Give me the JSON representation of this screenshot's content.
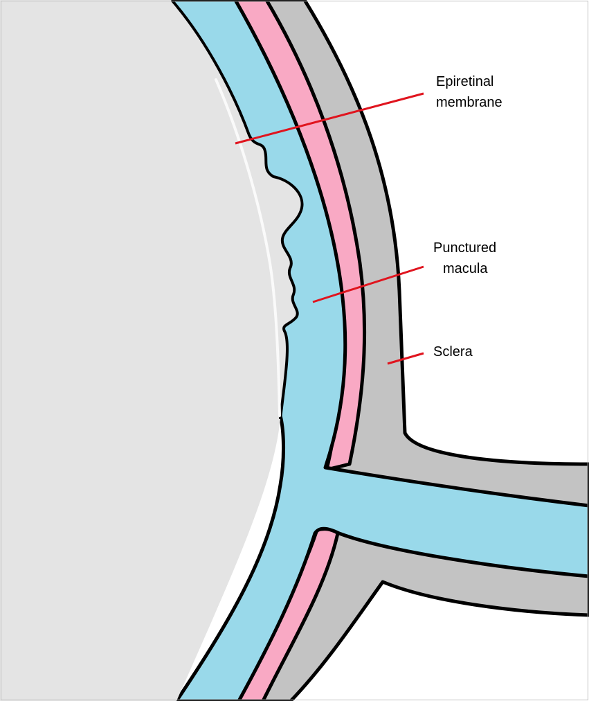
{
  "diagram": {
    "labels": {
      "epiretinal_line1": "Epiretinal",
      "epiretinal_line2": "membrane",
      "punctured_line1": "Punctured",
      "punctured_line2": "macula",
      "sclera": "Sclera"
    },
    "colors": {
      "background": "#ffffff",
      "vitreous": "#e4e4e4",
      "retina": "#99d9ea",
      "choroid": "#f9a9c4",
      "sclera": "#c3c3c3",
      "membrane_highlight": "#f7f7f7",
      "outline": "#000000",
      "leader_line": "#e0141e"
    }
  }
}
